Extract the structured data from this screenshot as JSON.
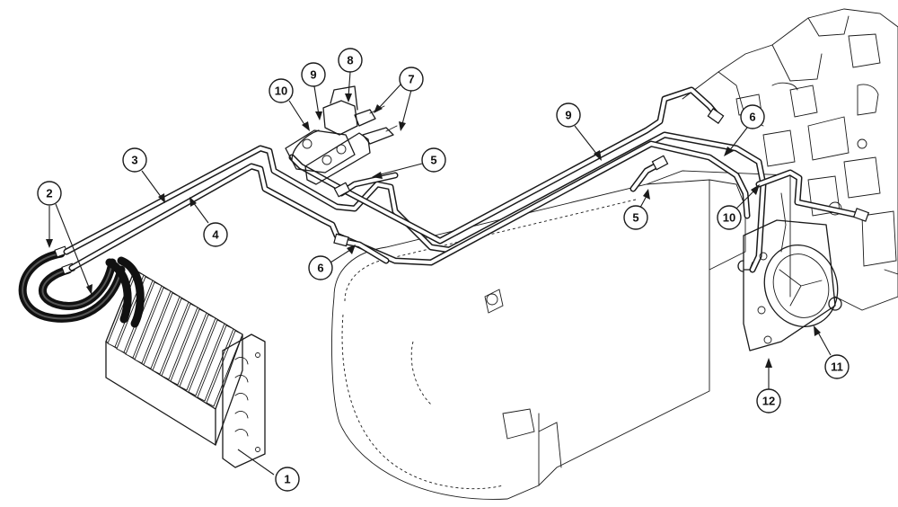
{
  "diagram": {
    "callouts": [
      {
        "id": "c1",
        "label": "1"
      },
      {
        "id": "c2",
        "label": "2"
      },
      {
        "id": "c3",
        "label": "3"
      },
      {
        "id": "c4",
        "label": "4"
      },
      {
        "id": "c5a",
        "label": "5"
      },
      {
        "id": "c5b",
        "label": "5"
      },
      {
        "id": "c6a",
        "label": "6"
      },
      {
        "id": "c6b",
        "label": "6"
      },
      {
        "id": "c7",
        "label": "7"
      },
      {
        "id": "c8",
        "label": "8"
      },
      {
        "id": "c9a",
        "label": "9"
      },
      {
        "id": "c9b",
        "label": "9"
      },
      {
        "id": "c10a",
        "label": "10"
      },
      {
        "id": "c10b",
        "label": "10"
      },
      {
        "id": "c11",
        "label": "11"
      },
      {
        "id": "c12",
        "label": "12"
      }
    ]
  }
}
